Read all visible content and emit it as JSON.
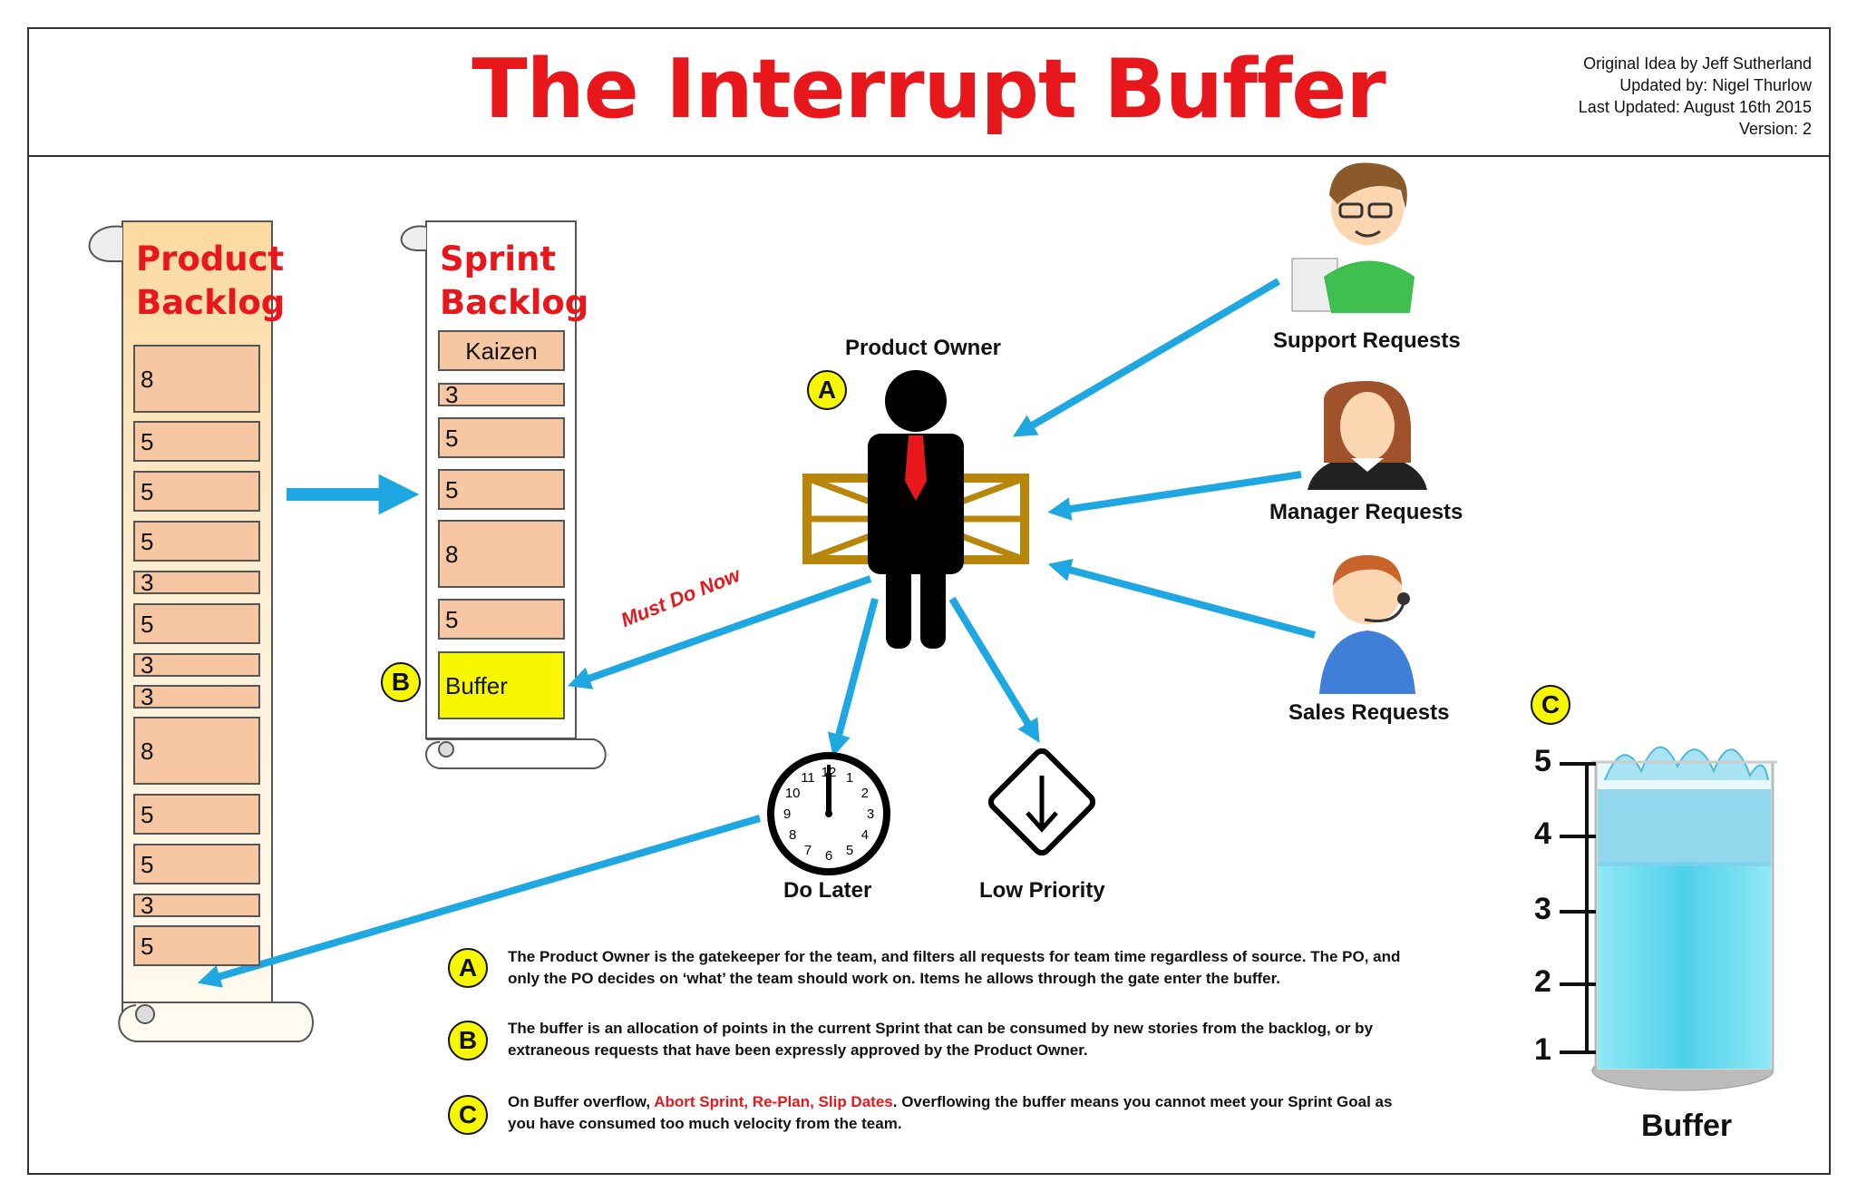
{
  "header": {
    "title": "The Interrupt Buffer",
    "meta": [
      "Original Idea by Jeff Sutherland",
      "Updated by: Nigel Thurlow",
      "Last Updated: August 16th 2015",
      "Version: 2"
    ]
  },
  "product_backlog": {
    "title_line1": "Product",
    "title_line2": "Backlog",
    "items": [
      "8",
      "5",
      "5",
      "5",
      "3",
      "5",
      "3",
      "3",
      "8",
      "5",
      "5",
      "3",
      "5"
    ]
  },
  "sprint_backlog": {
    "title_line1": "Sprint",
    "title_line2": "Backlog",
    "kaizen": "Kaizen",
    "items": [
      "3",
      "5",
      "5",
      "8",
      "5"
    ],
    "buffer": "Buffer"
  },
  "product_owner": {
    "label": "Product Owner",
    "badge": "A"
  },
  "requests": {
    "support": "Support Requests",
    "manager": "Manager Requests",
    "sales": "Sales Requests"
  },
  "outcomes": {
    "must_do_now": "Must Do Now",
    "do_later": "Do Later",
    "low_priority": "Low Priority"
  },
  "badges": {
    "a": "A",
    "b": "B",
    "c": "C"
  },
  "buffer_glass": {
    "label": "Buffer",
    "scale": [
      "5",
      "4",
      "3",
      "2",
      "1"
    ],
    "colors": {
      "water": "#5fd4ea",
      "accent": "#e8171c",
      "badge": "#f7f700",
      "arrow": "#1ea7e1"
    }
  },
  "notes": {
    "a": "The Product Owner is the gatekeeper for the team, and filters all requests for team time regardless of source.  The PO, and only the PO decides on ‘what’ the team should work on.  Items he allows through the gate enter the buffer.",
    "b": "The buffer is an allocation of points in the current Sprint that can be consumed by new stories from the backlog, or by extraneous requests that have been expressly approved by the Product Owner.",
    "c_prefix": "On Buffer overflow, ",
    "c_red": "Abort Sprint, Re-Plan, Slip Dates",
    "c_suffix": ".  Overflowing the buffer means you cannot meet your Sprint Goal as you have consumed too much velocity from the team."
  },
  "clock": {
    "numbers": [
      "12",
      "1",
      "2",
      "3",
      "4",
      "5",
      "6",
      "7",
      "8",
      "9",
      "10",
      "11"
    ]
  }
}
